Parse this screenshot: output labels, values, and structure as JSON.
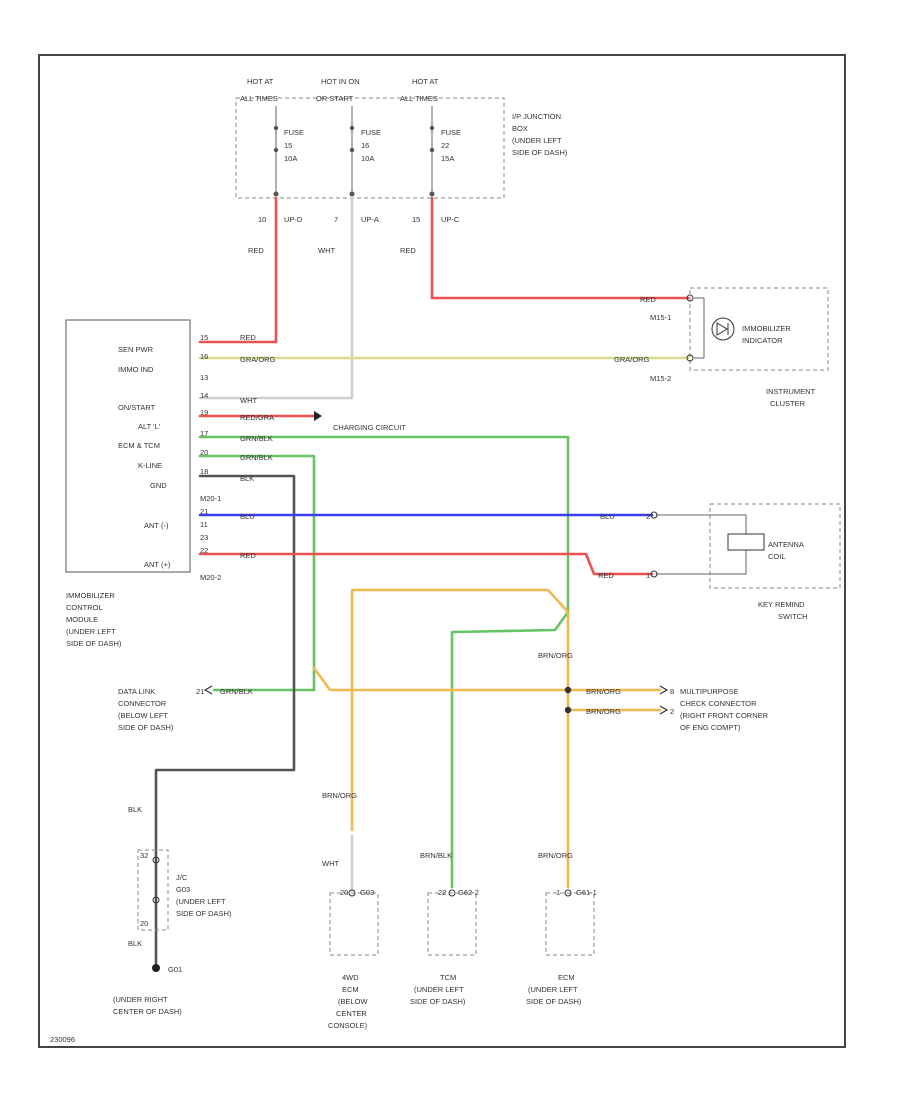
{
  "colors": {
    "red": "#ee5050",
    "white": "#cfcfcf",
    "green_yellow": "#d8dc8c",
    "green": "#66c466",
    "blue": "#3c3cf0",
    "orange": "#f0b850",
    "black": "#555555"
  },
  "diagram_id": "230096",
  "fuse_box": {
    "headers": [
      "HOT AT ALL TIMES",
      "HOT IN ON OR START",
      "HOT AT ALL TIMES"
    ],
    "fuses": [
      {
        "label": "FUSE",
        "number": "15",
        "amps": "10A"
      },
      {
        "label": "FUSE",
        "number": "16",
        "amps": "10A"
      },
      {
        "label": "FUSE",
        "number": "22",
        "amps": "15A"
      }
    ],
    "pins": [
      "10",
      "UP-D",
      "7",
      "UP-A",
      "15",
      "UP-C"
    ],
    "box_label": [
      "I/P JUNCTION",
      "BOX",
      "(UNDER LEFT",
      "SIDE OF DASH)"
    ]
  },
  "module": {
    "pins": [
      "SEN PWR",
      "IMMO IND",
      "ON/START",
      "ALT 'L'",
      "ECM & TCM",
      "K-LINE",
      "GND",
      "ANT (-)",
      "ANT (+)"
    ],
    "pin_numbers": [
      "15",
      "16",
      "13",
      "14",
      "19",
      "17",
      "20",
      "18",
      "21",
      "11",
      "23",
      "22"
    ],
    "connector_labels": [
      "M20-1",
      "M20-2"
    ],
    "label": [
      "IMMOBILIZER",
      "CONTROL",
      "MODULE",
      "(UNDER LEFT",
      "SIDE OF DASH)"
    ]
  },
  "wires": {
    "red": "RED",
    "white": "WHT",
    "gra_org": "GRA/ORG",
    "red_gra": "RED/GRA",
    "grn_blk": "GRN/BLK",
    "blk": "BLK",
    "blu": "BLU",
    "brn_org": "BRN/ORG",
    "brn_blk": "BRN/BLK"
  },
  "charging_circuit": "CHARGING CIRCUIT",
  "instrument_cluster": {
    "pins": [
      "M15-1",
      "M15-2"
    ],
    "indicator": [
      "IMMOBILIZER",
      "INDICATOR"
    ],
    "label": [
      "INSTRUMENT",
      "CLUSTER"
    ]
  },
  "key_switch": {
    "coil": [
      "ANTENNA",
      "COIL"
    ],
    "pin_numbers": [
      "2",
      "1"
    ],
    "label": [
      "KEY REMIND",
      "SWITCH"
    ]
  },
  "data_link": {
    "pin": "21",
    "label": [
      "DATA LINK",
      "CONNECTOR",
      "(BELOW LEFT",
      "SIDE OF DASH)"
    ]
  },
  "multipurpose": {
    "pins": [
      "8",
      "2"
    ],
    "label": [
      "MULTIPURPOSE",
      "CHECK CONNECTOR",
      "(RIGHT FRONT CORNER",
      "OF ENG COMPT)"
    ]
  },
  "junction_block": {
    "pins": [
      "32",
      "20"
    ],
    "label": [
      "J/C",
      "G03",
      "(UNDER LEFT",
      "SIDE OF DASH)"
    ]
  },
  "ground": {
    "name": "G01",
    "label": [
      "(UNDER RIGHT",
      "CENTER OF DASH)"
    ]
  },
  "ecus": [
    {
      "pin": "20",
      "connector": "G03",
      "label": [
        "4WD",
        "ECM",
        "(BELOW",
        "CENTER",
        "CONSOLE)"
      ]
    },
    {
      "pin": "22",
      "connector": "G62-2",
      "label": [
        "TCM",
        "(UNDER LEFT",
        "SIDE OF DASH)"
      ]
    },
    {
      "pin": "1",
      "connector": "G61-1",
      "label": [
        "ECM",
        "(UNDER LEFT",
        "SIDE OF DASH)"
      ]
    }
  ]
}
